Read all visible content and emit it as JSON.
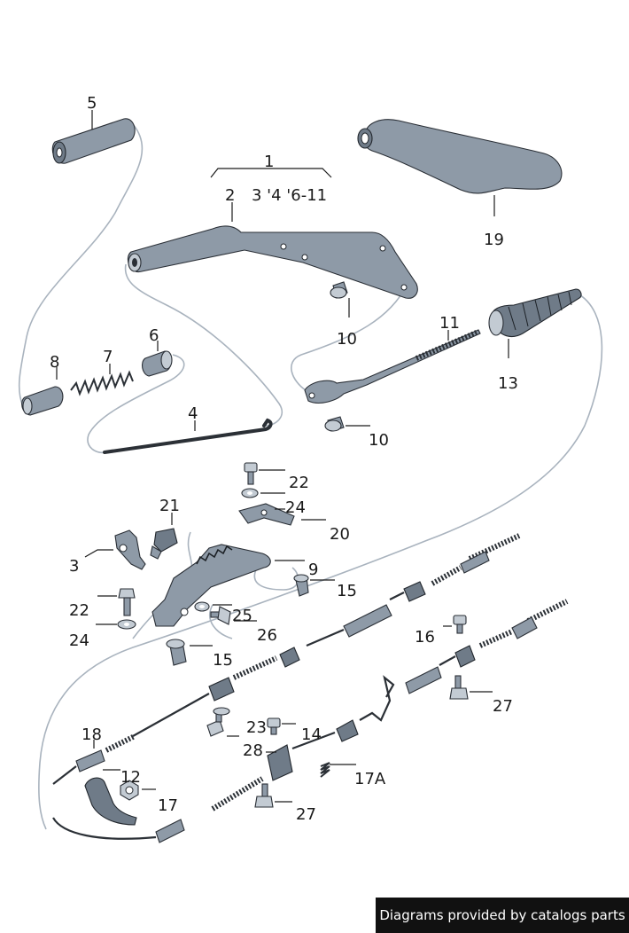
{
  "footer": {
    "credit": "Diagrams provided by catalogs parts"
  },
  "callouts": {
    "c1": "1",
    "c1_sub": "3 '4 '6-11",
    "c2": "2",
    "c3": "3",
    "c4": "4",
    "c5": "5",
    "c6": "6",
    "c7": "7",
    "c8": "8",
    "c9": "9",
    "c10a": "10",
    "c10b": "10",
    "c11": "11",
    "c12": "12",
    "c13": "13",
    "c14": "14",
    "c15a": "15",
    "c15b": "15",
    "c16": "16",
    "c17": "17",
    "c17a": "17A",
    "c18": "18",
    "c19": "19",
    "c20": "20",
    "c21": "21",
    "c22a": "22",
    "c22b": "22",
    "c23": "23",
    "c24a": "24",
    "c24b": "24",
    "c25": "25",
    "c26": "26",
    "c27a": "27",
    "c27b": "27",
    "c28": "28"
  }
}
